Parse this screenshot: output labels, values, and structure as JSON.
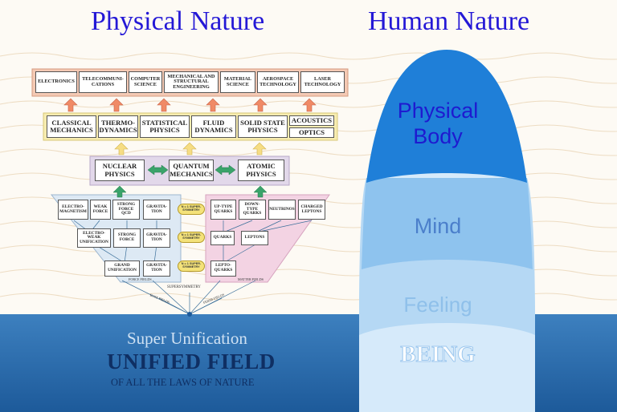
{
  "titles": {
    "physical": "Physical Nature",
    "human": "Human Nature"
  },
  "applications": [
    "ELECTRONICS",
    "TELECOMMUNI-\nCATIONS",
    "COMPUTER\nSCIENCE",
    "MECHANICAL AND\nSTRUCTURAL\nENGINEERING",
    "MATERIAL\nSCIENCE",
    "AEROSPACE\nTECHNOLOGY",
    "LASER\nTECHNOLOGY"
  ],
  "classical": [
    "CLASSICAL\nMECHANICS",
    "THERMO-\nDYNAMICS",
    "STATISTICAL\nPHYSICS",
    "FLUID\nDYNAMICS",
    "SOLID STATE\nPHYSICS",
    "ACOUSTICS",
    "OPTICS"
  ],
  "quantum": [
    "NUCLEAR\nPHYSICS",
    "QUANTUM\nMECHANICS",
    "ATOMIC\nPHYSICS"
  ],
  "force_fields": {
    "row1": [
      "ELECTRO-\nMAGNETISM",
      "WEAK\nFORCE",
      "STRONG\nFORCE\nQCD",
      "GRAVITA-\nTION"
    ],
    "row2": [
      "ELECTRO-\nWEAK\nUNIFICATION",
      "STRONG\nFORCE",
      "GRAVITA-\nTION"
    ],
    "row3": [
      "GRAND\nUNIFICATION",
      "GRAVITA-\nTION"
    ],
    "label": "FORCE FIELDS"
  },
  "matter_fields": {
    "row1": [
      "UP-TYPE\nQUARKS",
      "DOWN-\nTYPE\nQUARKS",
      "NEUTRINOS",
      "CHARGED\nLEPTONS"
    ],
    "row2": [
      "QUARKS",
      "LEPTONS"
    ],
    "row3": [
      "LEPTO-\nQUARKS"
    ],
    "label": "MATTER FIELDS"
  },
  "symmetry_labels": [
    "N = 1 SUPER-\nSYMMETRY",
    "N = 1 SUPER-\nSYMMETRY",
    "N = 1 SUPER-\nSYMMETRY"
  ],
  "supersymmetry": "SUPERSYMMETRY",
  "bose_fields": "BOSE FIELDS",
  "fermi_fields": "FERMI FIELDS",
  "super_unification": "Super Unification",
  "unified_field": "UNIFIED FIELD",
  "of_all_laws": "OF ALL THE LAWS OF NATURE",
  "human_levels": [
    "Physical\nBody",
    "Mind",
    "Feeling",
    "BEING"
  ],
  "colors": {
    "title": "#2418d6",
    "ocean": "#2d6fae",
    "bell_top": "#1f7fd8",
    "bell_mid": "#8ec3ee",
    "bell_low": "#b5d8f4",
    "bell_base": "#d6eafa",
    "force_panel": "#dde9f4",
    "matter_panel": "#f3d3e3"
  }
}
